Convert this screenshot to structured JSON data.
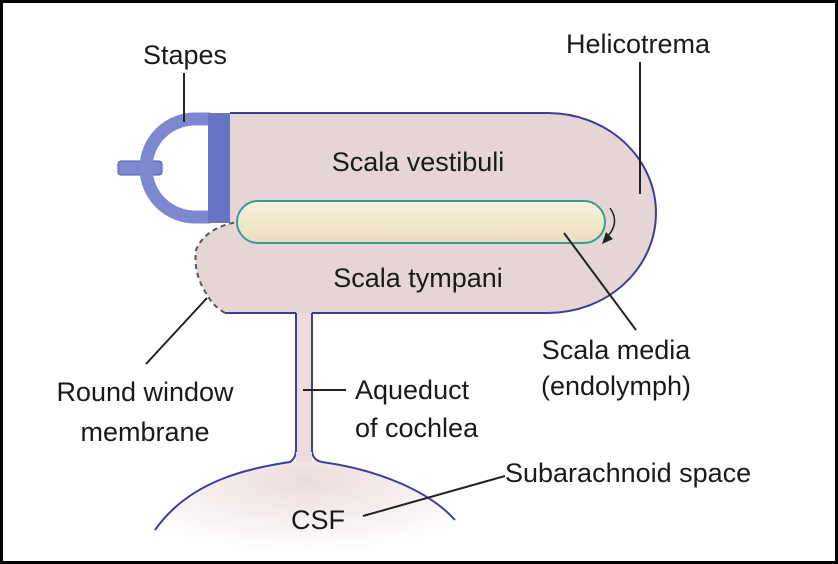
{
  "labels": {
    "stapes": "Stapes",
    "helicotrema": "Helicotrema",
    "scala_vestibuli": "Scala vestibuli",
    "scala_tympani": "Scala tympani",
    "scala_media_1": "Scala media",
    "scala_media_2": "(endolymph)",
    "round_window_1": "Round window",
    "round_window_2": "membrane",
    "aqueduct_1": "Aqueduct",
    "aqueduct_2": "of cochlea",
    "subarachnoid": "Subarachnoid space",
    "csf": "CSF"
  },
  "colors": {
    "perilymph_fill": "#e5d5d5",
    "outline": "#3a3f9a",
    "stapes": "#7d88d0",
    "stapes_plate": "#6674c4",
    "media_fill": "#f4ecd2",
    "media_stroke": "#3a9a9a"
  }
}
